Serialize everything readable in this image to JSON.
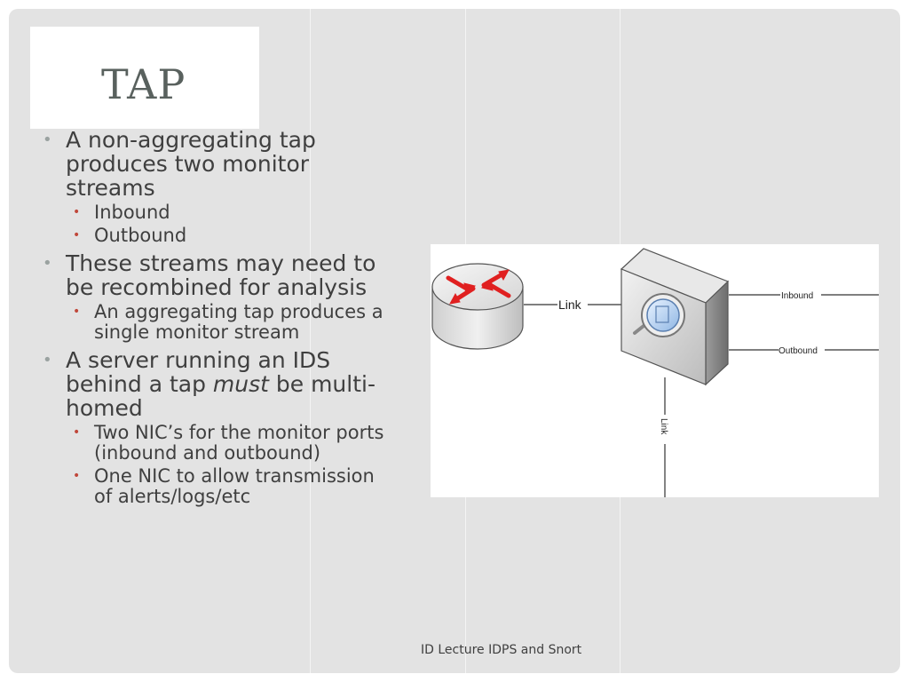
{
  "title": "TAP",
  "bullets": {
    "b1": "A non-aggregating tap produces two monitor streams",
    "b1_sub1": "Inbound",
    "b1_sub2": "Outbound",
    "b2": "These streams may need to be recombined for analysis",
    "b2_sub1": "An aggregating tap produces a single monitor stream",
    "b3_pre": "A server running an IDS behind a tap ",
    "b3_em": "must",
    "b3_post": " be multi-homed",
    "b3_sub1": "Two NIC’s for the monitor ports (inbound and outbound)",
    "b3_sub2": "One NIC to allow transmission of alerts/logs/etc"
  },
  "diagram": {
    "link_left": "Link",
    "link_bottom": "Link",
    "inbound": "Inbound",
    "outbound": "Outbound"
  },
  "footer": "ID Lecture IDPS and Snort",
  "colors": {
    "background": "#e3e3e3",
    "title": "#59615e",
    "sub_bullet": "#c0473a",
    "router_arrows": "#e02020"
  }
}
